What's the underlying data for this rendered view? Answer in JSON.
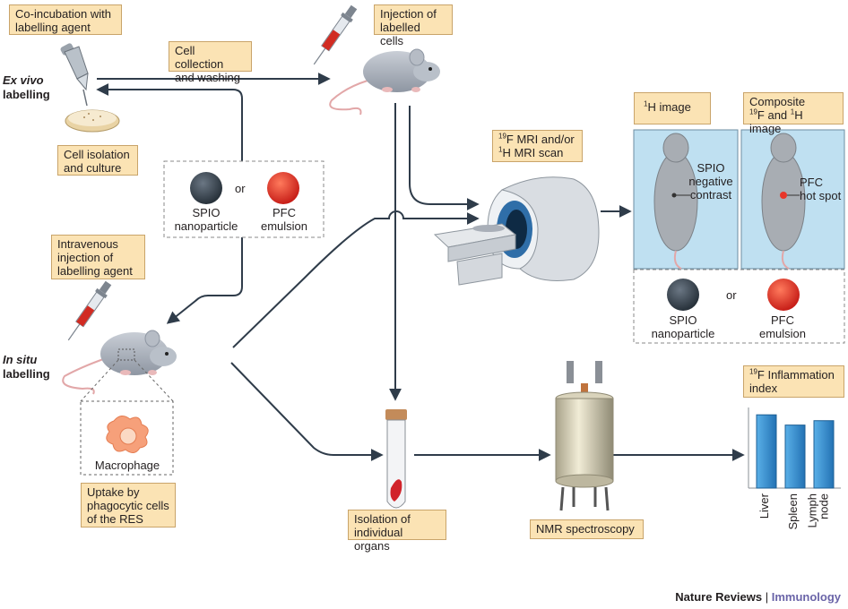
{
  "side": {
    "ex_vivo_1": "Ex vivo",
    "ex_vivo_2": "labelling",
    "in_situ_1": "In situ",
    "in_situ_2": "labelling"
  },
  "labels": {
    "coincubation": [
      "Co-incubation with",
      "labelling agent"
    ],
    "collection": [
      "Cell collection",
      "and washing"
    ],
    "injection_cells": [
      "Injection of",
      "labelled cells"
    ],
    "cell_isolation": [
      "Cell isolation",
      "and culture"
    ],
    "intravenous": [
      "Intravenous",
      "injection of",
      "labelling agent"
    ],
    "uptake": [
      "Uptake by",
      "phagocytic cells",
      "of the RES"
    ],
    "organs": [
      "Isolation of",
      "individual organs"
    ],
    "nmr": "NMR spectroscopy",
    "mri_sup1": "19",
    "mri_l1": "F MRI and/or",
    "mri_sup2": "1",
    "mri_l2": "H MRI scan",
    "h_image_sup": "1",
    "h_image": "H image",
    "composite_l1": "Composite",
    "composite_sup1": "19",
    "composite_mid": "F and ",
    "composite_sup2": "1",
    "composite_end": "H image",
    "infl_sup": "19",
    "infl_l1": "F Inflammation",
    "infl_l2": "index"
  },
  "particles_box": {
    "spio_1": "SPIO",
    "spio_2": "nanoparticle",
    "or": "or",
    "pfc_1": "PFC",
    "pfc_2": "emulsion"
  },
  "particles_box2": {
    "spio_1": "SPIO",
    "spio_2": "nanoparticle",
    "or": "or",
    "pfc_1": "PFC",
    "pfc_2": "emulsion"
  },
  "macrophage": "Macrophage",
  "mri_panels": {
    "spio": [
      "SPIO",
      "negative",
      "contrast"
    ],
    "pfc": [
      "PFC",
      "hot spot"
    ]
  },
  "chart_data": {
    "type": "bar",
    "categories": [
      "Liver",
      "Spleen",
      "Lymph node"
    ],
    "values": [
      1.0,
      0.86,
      0.92
    ],
    "ylabel": "",
    "ylim": [
      0,
      1.1
    ],
    "color": "#2f85c7"
  },
  "credit": {
    "journal": "Nature Reviews",
    "sep": " | ",
    "sub": "Immunology"
  },
  "colors": {
    "label_fill": "#fbe3b4",
    "arrow": "#2f3c4a",
    "spio": "#3c4650",
    "pfc": "#e8362a",
    "panel": "#bfe0f1"
  }
}
